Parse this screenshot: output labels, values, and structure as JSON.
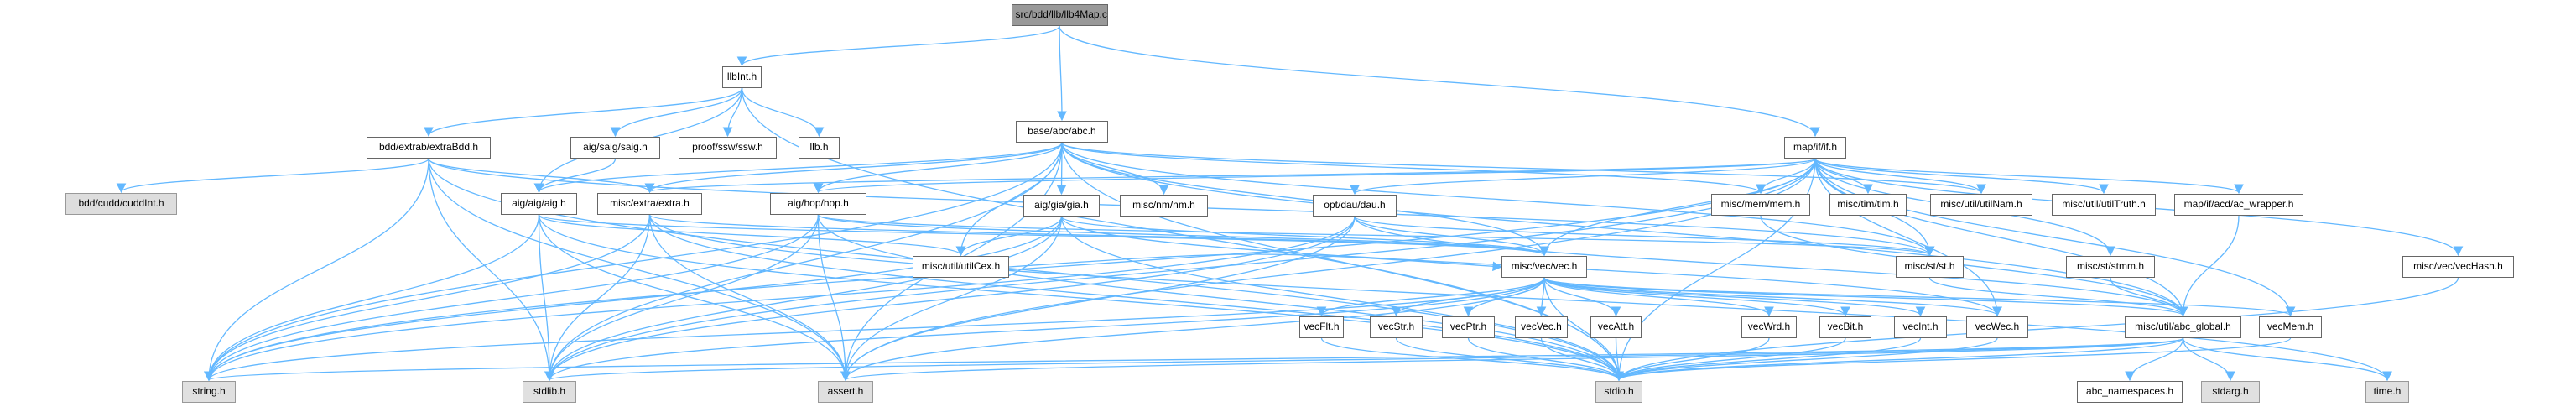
{
  "title": "src/bdd/llb/llb4Map.c",
  "colors": {
    "edge": "#63b8ff",
    "root_fill": "#999999",
    "system_fill": "#e0e0e0",
    "node_border": "#666666"
  },
  "nodes": [
    {
      "id": "root",
      "label": "src/bdd/llb/llb4Map.c",
      "kind": "root"
    },
    {
      "id": "llbInt",
      "label": "llbInt.h",
      "kind": "normal"
    },
    {
      "id": "extraBdd",
      "label": "bdd/extrab/extraBdd.h",
      "kind": "normal"
    },
    {
      "id": "saig",
      "label": "aig/saig/saig.h",
      "kind": "normal"
    },
    {
      "id": "ssw",
      "label": "proof/ssw/ssw.h",
      "kind": "normal"
    },
    {
      "id": "llb",
      "label": "llb.h",
      "kind": "normal"
    },
    {
      "id": "abc",
      "label": "base/abc/abc.h",
      "kind": "normal"
    },
    {
      "id": "if",
      "label": "map/if/if.h",
      "kind": "normal"
    },
    {
      "id": "cuddInt",
      "label": "bdd/cudd/cuddInt.h",
      "kind": "ext"
    },
    {
      "id": "aig",
      "label": "aig/aig/aig.h",
      "kind": "normal"
    },
    {
      "id": "extra",
      "label": "misc/extra/extra.h",
      "kind": "normal"
    },
    {
      "id": "hop",
      "label": "aig/hop/hop.h",
      "kind": "normal"
    },
    {
      "id": "gia",
      "label": "aig/gia/gia.h",
      "kind": "normal"
    },
    {
      "id": "nm",
      "label": "misc/nm/nm.h",
      "kind": "normal"
    },
    {
      "id": "dau",
      "label": "opt/dau/dau.h",
      "kind": "normal"
    },
    {
      "id": "mem",
      "label": "misc/mem/mem.h",
      "kind": "normal"
    },
    {
      "id": "tim",
      "label": "misc/tim/tim.h",
      "kind": "normal"
    },
    {
      "id": "utilNam",
      "label": "misc/util/utilNam.h",
      "kind": "normal"
    },
    {
      "id": "utilTruth",
      "label": "misc/util/utilTruth.h",
      "kind": "normal"
    },
    {
      "id": "acw",
      "label": "map/if/acd/ac_wrapper.h",
      "kind": "normal"
    },
    {
      "id": "utilCex",
      "label": "misc/util/utilCex.h",
      "kind": "normal"
    },
    {
      "id": "vec",
      "label": "misc/vec/vec.h",
      "kind": "normal"
    },
    {
      "id": "st",
      "label": "misc/st/st.h",
      "kind": "normal"
    },
    {
      "id": "stmm",
      "label": "misc/st/stmm.h",
      "kind": "normal"
    },
    {
      "id": "vecHash",
      "label": "misc/vec/vecHash.h",
      "kind": "normal"
    },
    {
      "id": "vecFlt",
      "label": "vecFlt.h",
      "kind": "normal"
    },
    {
      "id": "vecStr",
      "label": "vecStr.h",
      "kind": "normal"
    },
    {
      "id": "vecPtr",
      "label": "vecPtr.h",
      "kind": "normal"
    },
    {
      "id": "vecVec",
      "label": "vecVec.h",
      "kind": "normal"
    },
    {
      "id": "vecAtt",
      "label": "vecAtt.h",
      "kind": "normal"
    },
    {
      "id": "vecWrd",
      "label": "vecWrd.h",
      "kind": "normal"
    },
    {
      "id": "vecBit",
      "label": "vecBit.h",
      "kind": "normal"
    },
    {
      "id": "vecInt",
      "label": "vecInt.h",
      "kind": "normal"
    },
    {
      "id": "vecWec",
      "label": "vecWec.h",
      "kind": "normal"
    },
    {
      "id": "abcGlobal",
      "label": "misc/util/abc_global.h",
      "kind": "normal"
    },
    {
      "id": "vecMem",
      "label": "vecMem.h",
      "kind": "normal"
    },
    {
      "id": "string",
      "label": "string.h",
      "kind": "sys"
    },
    {
      "id": "stdlib",
      "label": "stdlib.h",
      "kind": "sys"
    },
    {
      "id": "assert",
      "label": "assert.h",
      "kind": "sys"
    },
    {
      "id": "stdio",
      "label": "stdio.h",
      "kind": "sys"
    },
    {
      "id": "abcNs",
      "label": "abc_namespaces.h",
      "kind": "normal"
    },
    {
      "id": "stdarg",
      "label": "stdarg.h",
      "kind": "sys"
    },
    {
      "id": "time",
      "label": "time.h",
      "kind": "sys"
    }
  ],
  "edges": [
    [
      "root",
      "llbInt"
    ],
    [
      "root",
      "abc"
    ],
    [
      "root",
      "if"
    ],
    [
      "llbInt",
      "extraBdd"
    ],
    [
      "llbInt",
      "saig"
    ],
    [
      "llbInt",
      "ssw"
    ],
    [
      "llbInt",
      "llb"
    ],
    [
      "llbInt",
      "aig"
    ],
    [
      "llbInt",
      "stdio"
    ],
    [
      "extraBdd",
      "cuddInt"
    ],
    [
      "extraBdd",
      "extra"
    ],
    [
      "extraBdd",
      "string"
    ],
    [
      "extraBdd",
      "stdlib"
    ],
    [
      "extraBdd",
      "assert"
    ],
    [
      "extraBdd",
      "stdio"
    ],
    [
      "extraBdd",
      "st"
    ],
    [
      "saig",
      "aig"
    ],
    [
      "abc",
      "aig"
    ],
    [
      "abc",
      "extra"
    ],
    [
      "abc",
      "hop"
    ],
    [
      "abc",
      "gia"
    ],
    [
      "abc",
      "nm"
    ],
    [
      "abc",
      "mem"
    ],
    [
      "abc",
      "utilCex"
    ],
    [
      "abc",
      "vec"
    ],
    [
      "abc",
      "st"
    ],
    [
      "abc",
      "string"
    ],
    [
      "abc",
      "stdlib"
    ],
    [
      "abc",
      "assert"
    ],
    [
      "abc",
      "stdio"
    ],
    [
      "abc",
      "abcGlobal"
    ],
    [
      "abc",
      "utilNam"
    ],
    [
      "if",
      "extra"
    ],
    [
      "if",
      "hop"
    ],
    [
      "if",
      "dau"
    ],
    [
      "if",
      "mem"
    ],
    [
      "if",
      "tim"
    ],
    [
      "if",
      "utilNam"
    ],
    [
      "if",
      "utilTruth"
    ],
    [
      "if",
      "acw"
    ],
    [
      "if",
      "vec"
    ],
    [
      "if",
      "st"
    ],
    [
      "if",
      "stmm"
    ],
    [
      "if",
      "vecHash"
    ],
    [
      "if",
      "vecWec"
    ],
    [
      "if",
      "vecMem"
    ],
    [
      "if",
      "abcGlobal"
    ],
    [
      "if",
      "stdio"
    ],
    [
      "if",
      "stdlib"
    ],
    [
      "if",
      "string"
    ],
    [
      "if",
      "assert"
    ],
    [
      "aig",
      "utilCex"
    ],
    [
      "aig",
      "vec"
    ],
    [
      "aig",
      "string"
    ],
    [
      "aig",
      "stdlib"
    ],
    [
      "aig",
      "assert"
    ],
    [
      "aig",
      "stdio"
    ],
    [
      "extra",
      "string"
    ],
    [
      "extra",
      "stdlib"
    ],
    [
      "extra",
      "assert"
    ],
    [
      "extra",
      "stdio"
    ],
    [
      "extra",
      "vec"
    ],
    [
      "extra",
      "time"
    ],
    [
      "hop",
      "vec"
    ],
    [
      "hop",
      "string"
    ],
    [
      "hop",
      "stdlib"
    ],
    [
      "hop",
      "assert"
    ],
    [
      "hop",
      "stdio"
    ],
    [
      "hop",
      "st"
    ],
    [
      "gia",
      "utilCex"
    ],
    [
      "gia",
      "vec"
    ],
    [
      "gia",
      "string"
    ],
    [
      "gia",
      "stdlib"
    ],
    [
      "gia",
      "assert"
    ],
    [
      "gia",
      "stdio"
    ],
    [
      "gia",
      "vecWec"
    ],
    [
      "dau",
      "vec"
    ],
    [
      "dau",
      "stdlib"
    ],
    [
      "dau",
      "assert"
    ],
    [
      "dau",
      "string"
    ],
    [
      "dau",
      "abcGlobal"
    ],
    [
      "dau",
      "st"
    ],
    [
      "mem",
      "abcGlobal"
    ],
    [
      "acw",
      "abcGlobal"
    ],
    [
      "utilCex",
      "vec"
    ],
    [
      "vec",
      "vecFlt"
    ],
    [
      "vec",
      "vecStr"
    ],
    [
      "vec",
      "vecPtr"
    ],
    [
      "vec",
      "vecVec"
    ],
    [
      "vec",
      "vecAtt"
    ],
    [
      "vec",
      "vecWrd"
    ],
    [
      "vec",
      "vecBit"
    ],
    [
      "vec",
      "vecInt"
    ],
    [
      "vec",
      "vecWec"
    ],
    [
      "vec",
      "vecMem"
    ],
    [
      "vec",
      "abcGlobal"
    ],
    [
      "vec",
      "stdlib"
    ],
    [
      "vec",
      "string"
    ],
    [
      "vec",
      "assert"
    ],
    [
      "vec",
      "stdio"
    ],
    [
      "st",
      "abcGlobal"
    ],
    [
      "stmm",
      "abcGlobal"
    ],
    [
      "vecHash",
      "stdio"
    ],
    [
      "vecFlt",
      "stdio"
    ],
    [
      "vecStr",
      "stdio"
    ],
    [
      "vecPtr",
      "stdio"
    ],
    [
      "vecVec",
      "stdio"
    ],
    [
      "vecAtt",
      "stdio"
    ],
    [
      "vecWrd",
      "stdio"
    ],
    [
      "vecBit",
      "stdio"
    ],
    [
      "vecInt",
      "stdio"
    ],
    [
      "vecWec",
      "stdio"
    ],
    [
      "vecMem",
      "stdio"
    ],
    [
      "abcGlobal",
      "abcNs"
    ],
    [
      "abcGlobal",
      "stdarg"
    ],
    [
      "abcGlobal",
      "time"
    ],
    [
      "abcGlobal",
      "stdio"
    ],
    [
      "abcGlobal",
      "stdlib"
    ],
    [
      "abcGlobal",
      "string"
    ],
    [
      "abcGlobal",
      "assert"
    ]
  ]
}
